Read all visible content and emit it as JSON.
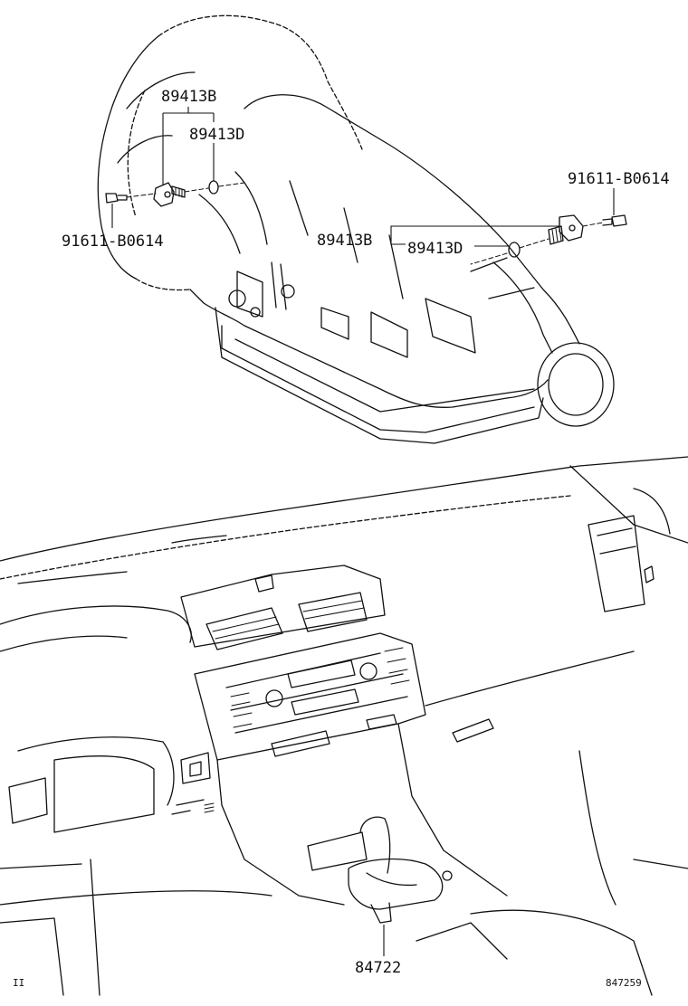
{
  "labels": {
    "upper_sensor_b": "89413B",
    "upper_sensor_d": "89413D",
    "left_bolt": "91611-B0614",
    "right_bolt": "91611-B0614",
    "right_sensor_b": "89413B",
    "right_sensor_d": "89413D",
    "shift_switch": "84722",
    "figure_id": "847259",
    "corner_mark": "II"
  }
}
